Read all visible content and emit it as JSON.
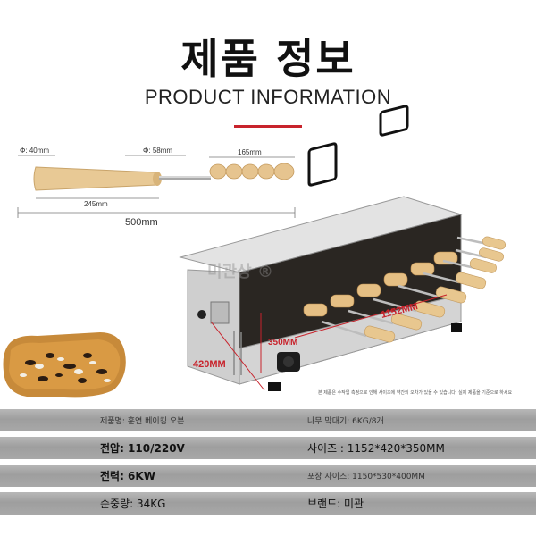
{
  "header": {
    "title_ko": "제품 정보",
    "title_en": "PRODUCT INFORMATION"
  },
  "stick": {
    "dia_small": "Φ: 40mm",
    "dia_large": "Φ: 58mm",
    "handle_length": "165mm",
    "roller_length": "245mm",
    "total_length": "500mm"
  },
  "machine": {
    "length": "1152MM",
    "width": "420MM",
    "height": "350MM",
    "watermark": "미관상 ®"
  },
  "note": "본 제품은 수작업 측정으로 인해 사이즈에 약간의 오차가 있을 수 있습니다. 실제 제품을 기준으로 하세요",
  "specs": [
    {
      "left": "제품명: 훈연 베이킹 오븐",
      "right": "나무 막대기: 6KG/8개",
      "left_style": "small",
      "right_style": "small"
    },
    {
      "left": "전압: 110/220V",
      "right": "사이즈 : 1152*420*350MM",
      "left_style": "bold",
      "right_style": "normal"
    },
    {
      "left": "전력: 6KW",
      "right": "포장 사이즈: 1150*530*400MM",
      "left_style": "bold",
      "right_style": "small"
    },
    {
      "left": "순중량: 34KG",
      "right": "브랜드: 미관",
      "left_style": "normal",
      "right_style": "normal"
    }
  ],
  "colors": {
    "accent": "#c8232c",
    "wood": "#e7c894",
    "steel": "#d9d9d9"
  }
}
